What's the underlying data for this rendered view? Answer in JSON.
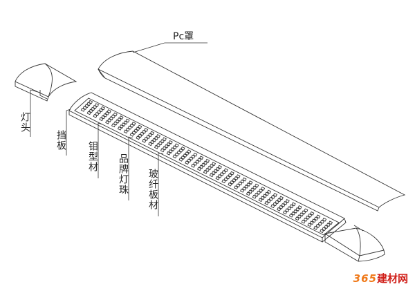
{
  "labels": {
    "pc_cover": "Pc罩",
    "lamp_head": "灯头",
    "baffle": "挡板",
    "profile": "钼型材",
    "led_beads": "品牌灯珠",
    "pcb": "玻纤板材"
  },
  "watermark": {
    "number": "365",
    "text": "建材网"
  },
  "colors": {
    "line": "#333333",
    "watermark_number": "#f07a1a",
    "watermark_text": "#d0201a"
  }
}
